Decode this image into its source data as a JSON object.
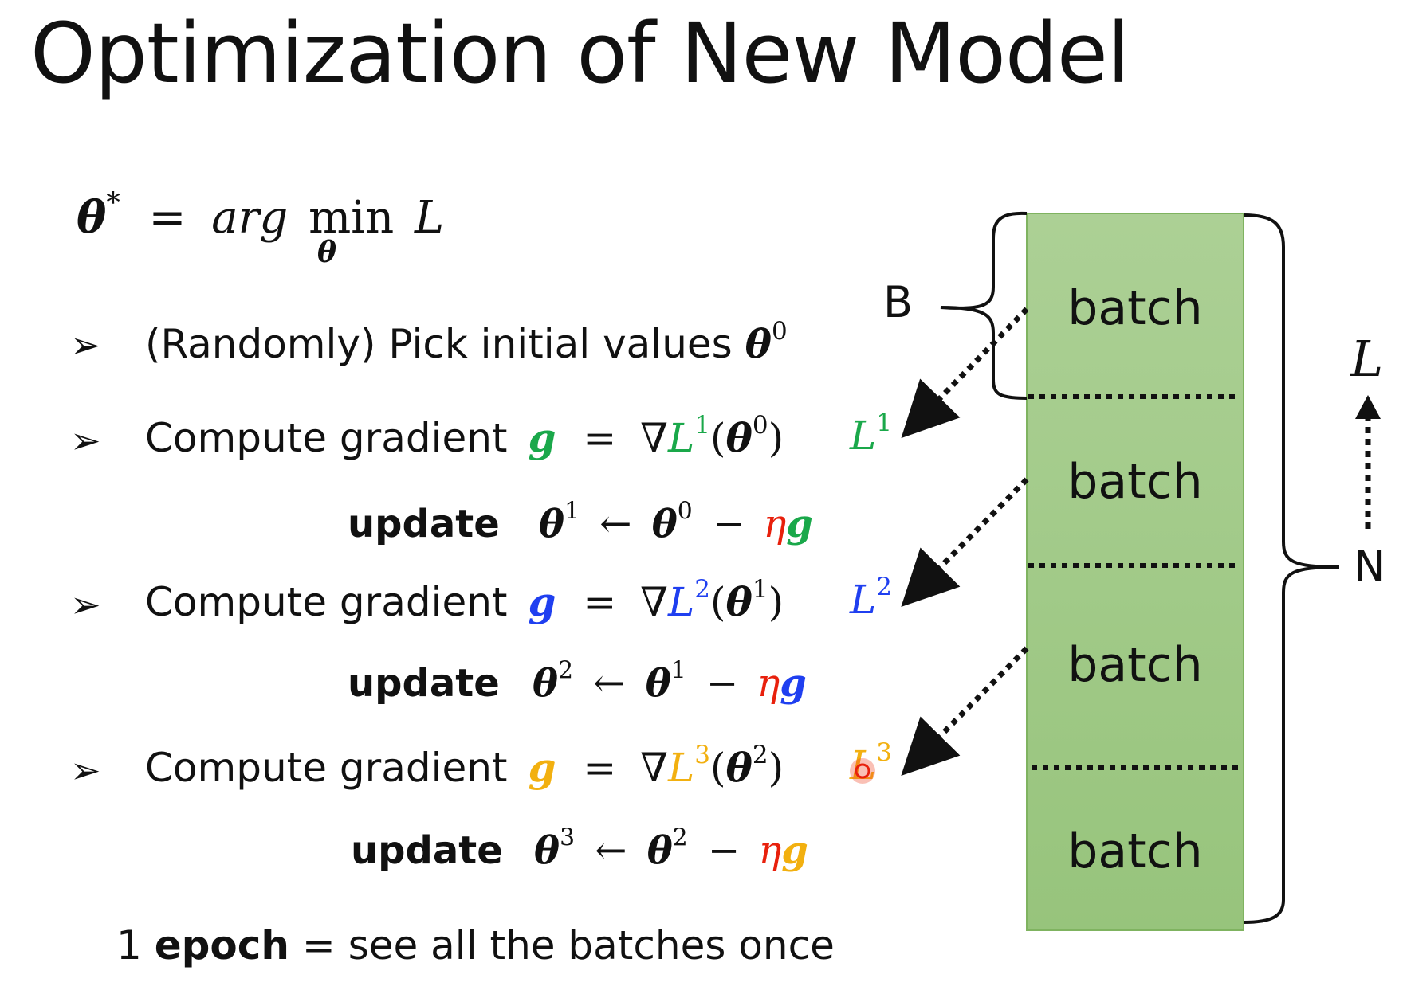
{
  "title": "Optimization of New Model",
  "formula": {
    "theta": "θ",
    "star": "*",
    "equals": "=",
    "arg": "arg",
    "min": "min",
    "sub": "θ",
    "L": "L"
  },
  "bullet_pick": {
    "text": "(Randomly) Pick initial values ",
    "theta": "θ",
    "sup": "0"
  },
  "steps": [
    {
      "compute": "Compute gradient",
      "g": "g",
      "eq": "=",
      "nabla": "∇",
      "L": "L",
      "Lsup": "1",
      "open": "(",
      "theta": "θ",
      "theta_sup": "0",
      "close": ")",
      "side_L": "L",
      "side_sup": "1",
      "update_label": "update",
      "u_theta_l": "θ",
      "u_sup_l": "1",
      "arrow": "←",
      "u_theta_r": "θ",
      "u_sup_r": "0",
      "minus": "−",
      "eta": "η",
      "ug": "g",
      "color": "#1aa84a"
    },
    {
      "compute": "Compute gradient",
      "g": "g",
      "eq": "=",
      "nabla": "∇",
      "L": "L",
      "Lsup": "2",
      "open": "(",
      "theta": "θ",
      "theta_sup": "1",
      "close": ")",
      "side_L": "L",
      "side_sup": "2",
      "update_label": "update",
      "u_theta_l": "θ",
      "u_sup_l": "2",
      "arrow": "←",
      "u_theta_r": "θ",
      "u_sup_r": "1",
      "minus": "−",
      "eta": "η",
      "ug": "g",
      "color": "#1f3ff0"
    },
    {
      "compute": "Compute gradient",
      "g": "g",
      "eq": "=",
      "nabla": "∇",
      "L": "L",
      "Lsup": "3",
      "open": "(",
      "theta": "θ",
      "theta_sup": "2",
      "close": ")",
      "side_L": "L",
      "side_sup": "3",
      "update_label": "update",
      "u_theta_l": "θ",
      "u_sup_l": "3",
      "arrow": "←",
      "u_theta_r": "θ",
      "u_sup_r": "2",
      "minus": "−",
      "eta": "η",
      "ug": "g",
      "color": "#f2b010"
    }
  ],
  "eta_color": "#e8200c",
  "epoch": {
    "num": "1 ",
    "word": "epoch",
    "rest": " = see all the batches once"
  },
  "diagram": {
    "batches": [
      "batch",
      "batch",
      "batch",
      "batch"
    ],
    "label_B": "B",
    "label_N": "N",
    "label_L": "L",
    "batch_fill": "#a2c98a",
    "batch_stroke": "#7fb360"
  }
}
